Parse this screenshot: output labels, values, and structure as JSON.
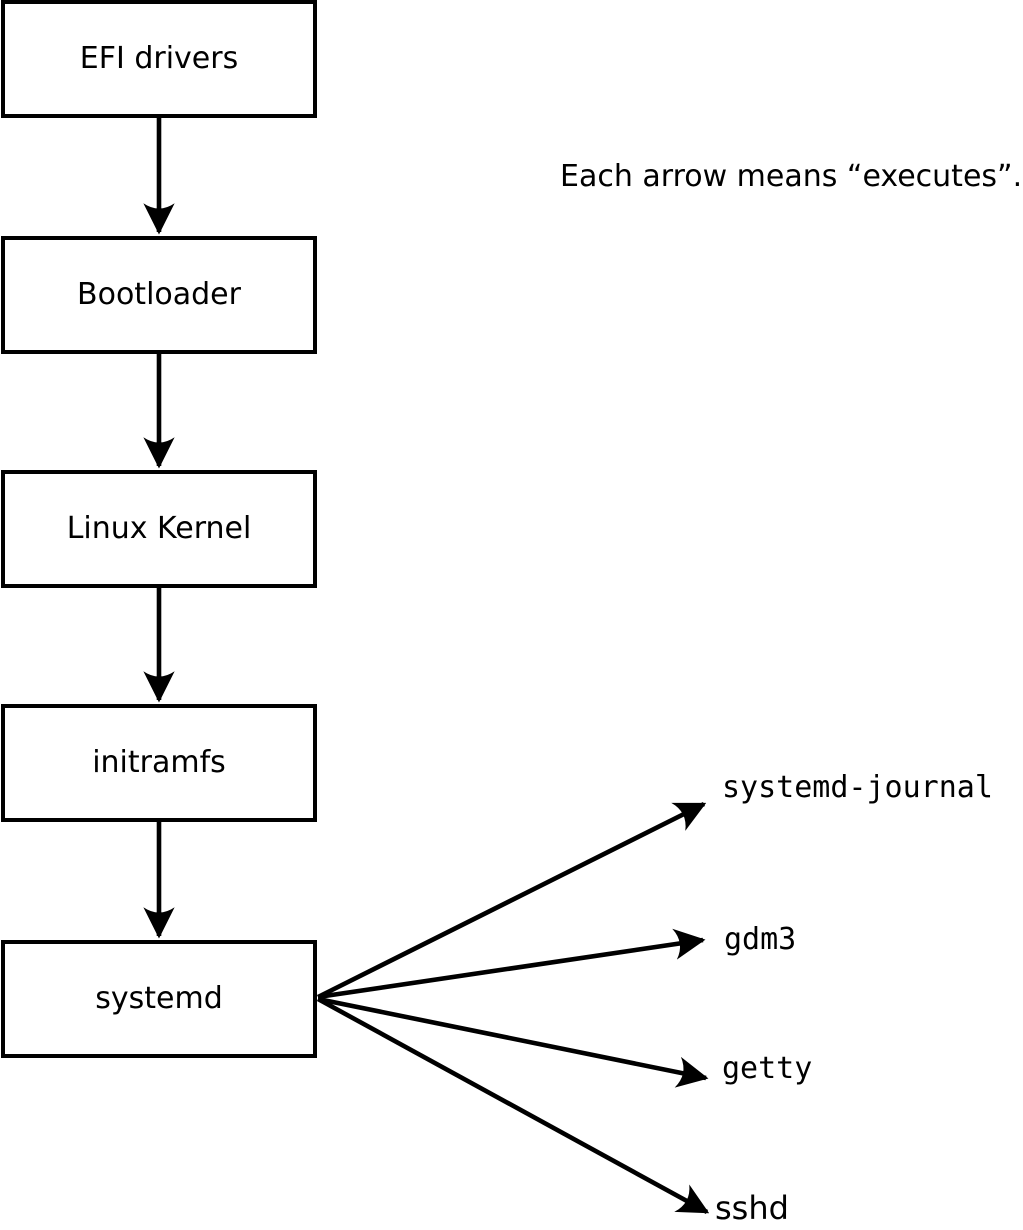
{
  "note": "Each arrow means “executes”.",
  "boot_chain": {
    "boxes": [
      {
        "label": "EFI drivers"
      },
      {
        "label": "Bootloader"
      },
      {
        "label": "Linux Kernel"
      },
      {
        "label": "initramfs"
      },
      {
        "label": "systemd"
      }
    ]
  },
  "spawned_services": {
    "leaves": [
      {
        "label": "systemd-journal"
      },
      {
        "label": "gdm3"
      },
      {
        "label": "getty"
      },
      {
        "label": "sshd"
      }
    ]
  },
  "edges": [
    {
      "from": "EFI drivers",
      "to": "Bootloader",
      "meaning": "executes"
    },
    {
      "from": "Bootloader",
      "to": "Linux Kernel",
      "meaning": "executes"
    },
    {
      "from": "Linux Kernel",
      "to": "initramfs",
      "meaning": "executes"
    },
    {
      "from": "initramfs",
      "to": "systemd",
      "meaning": "executes"
    },
    {
      "from": "systemd",
      "to": "systemd-journal",
      "meaning": "executes"
    },
    {
      "from": "systemd",
      "to": "gdm3",
      "meaning": "executes"
    },
    {
      "from": "systemd",
      "to": "getty",
      "meaning": "executes"
    },
    {
      "from": "systemd",
      "to": "sshd",
      "meaning": "executes"
    }
  ],
  "colors": {
    "line": "#000000",
    "box_border": "#000000",
    "box_fill": "#ffffff",
    "background": "#ffffff",
    "text": "#000000"
  }
}
